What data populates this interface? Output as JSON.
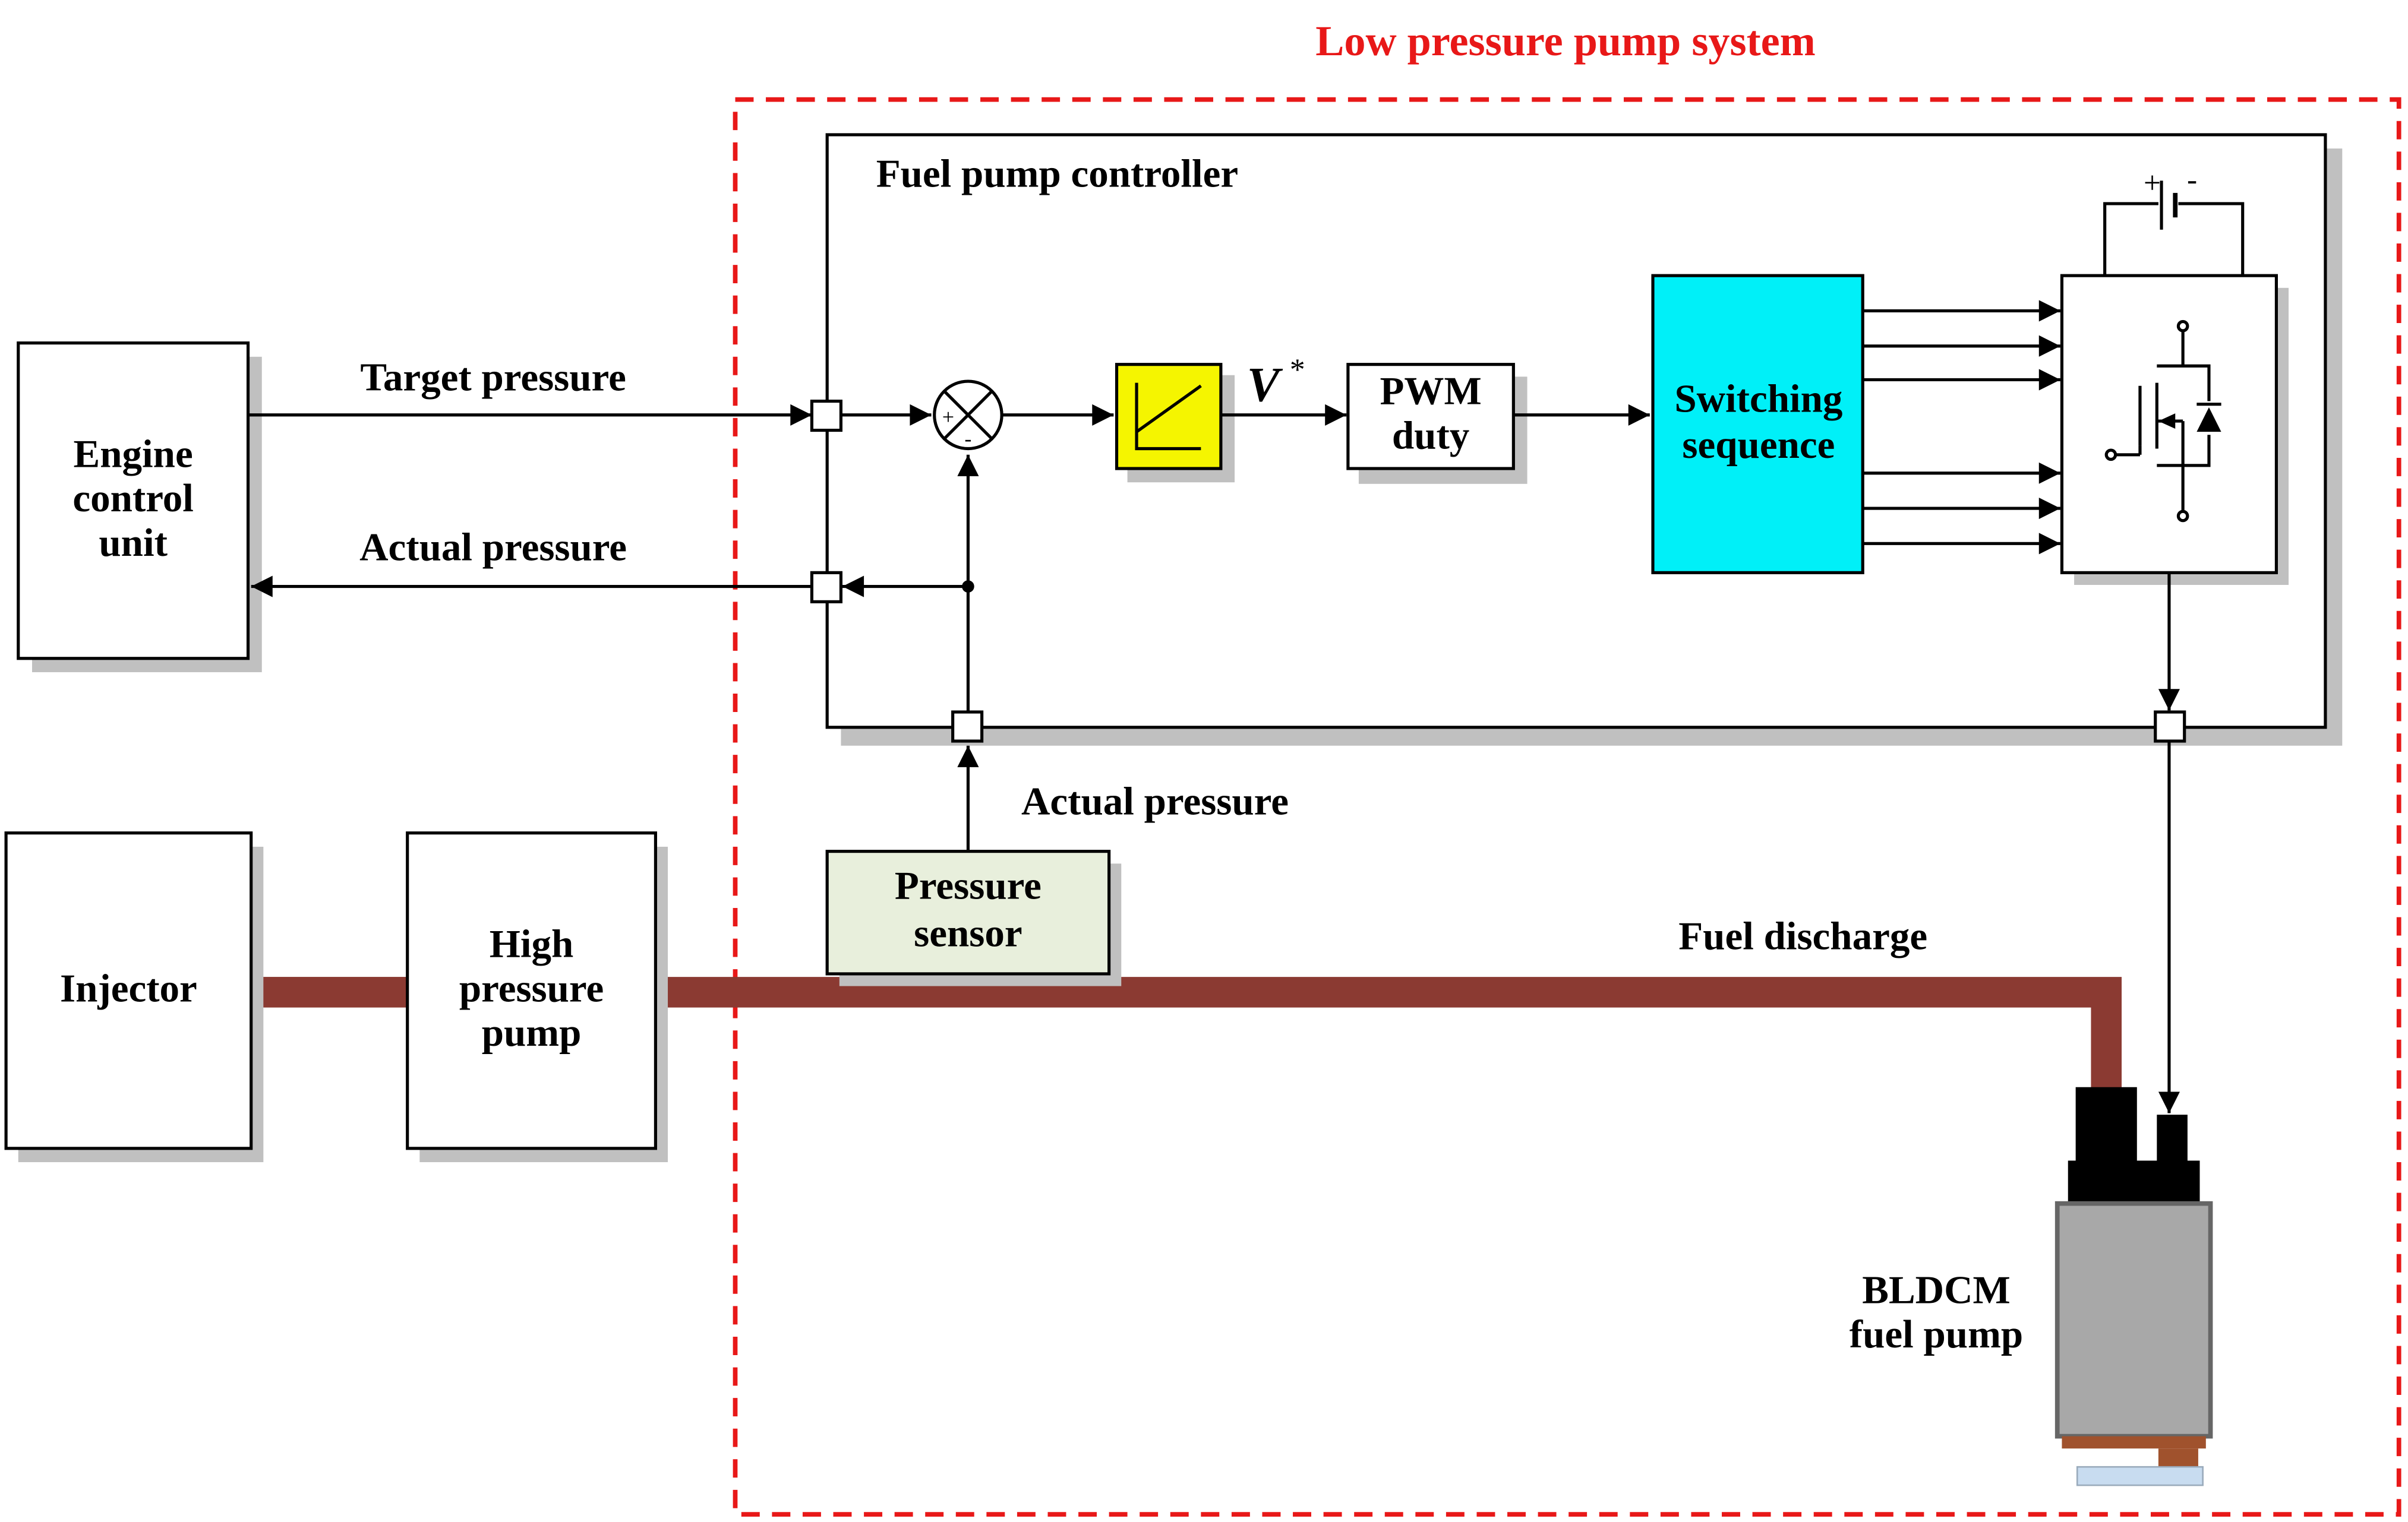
{
  "title": "Low pressure pump system",
  "controller": {
    "label": "Fuel pump controller"
  },
  "blocks": {
    "ecu": [
      "Engine",
      "control",
      "unit"
    ],
    "injector": "Injector",
    "high_pressure_pump": [
      "High",
      "pressure",
      "pump"
    ],
    "pressure_sensor": [
      "Pressure",
      "sensor"
    ],
    "pwm_duty": [
      "PWM",
      "duty"
    ],
    "switching_sequence": [
      "Switching",
      "sequence"
    ],
    "bldc_pump": [
      "BLDCM",
      "fuel pump"
    ]
  },
  "signals": {
    "target_pressure": "Target pressure",
    "actual_pressure_ecu": "Actual pressure",
    "actual_pressure_sensor": "Actual pressure",
    "fuel_discharge": "Fuel discharge",
    "voltage_ref": "V",
    "voltage_ref_sup": "*"
  },
  "summing_junction": {
    "plus": "+",
    "minus": "-"
  },
  "supply_symbol": {
    "plus": "+",
    "minus": "-"
  },
  "colors": {
    "boundary": "#e81818",
    "title": "#e81818",
    "fuel_line": "#8b3a32",
    "switching_fill": "#00f0f8",
    "controller_block_fill": "#f5f500",
    "sensor_fill": "#e8efdc",
    "shadow": "#c0c0c0",
    "pump_body": "#a8a8a8",
    "pump_base": "#a0522d",
    "pump_foot": "#c8dcf0"
  }
}
